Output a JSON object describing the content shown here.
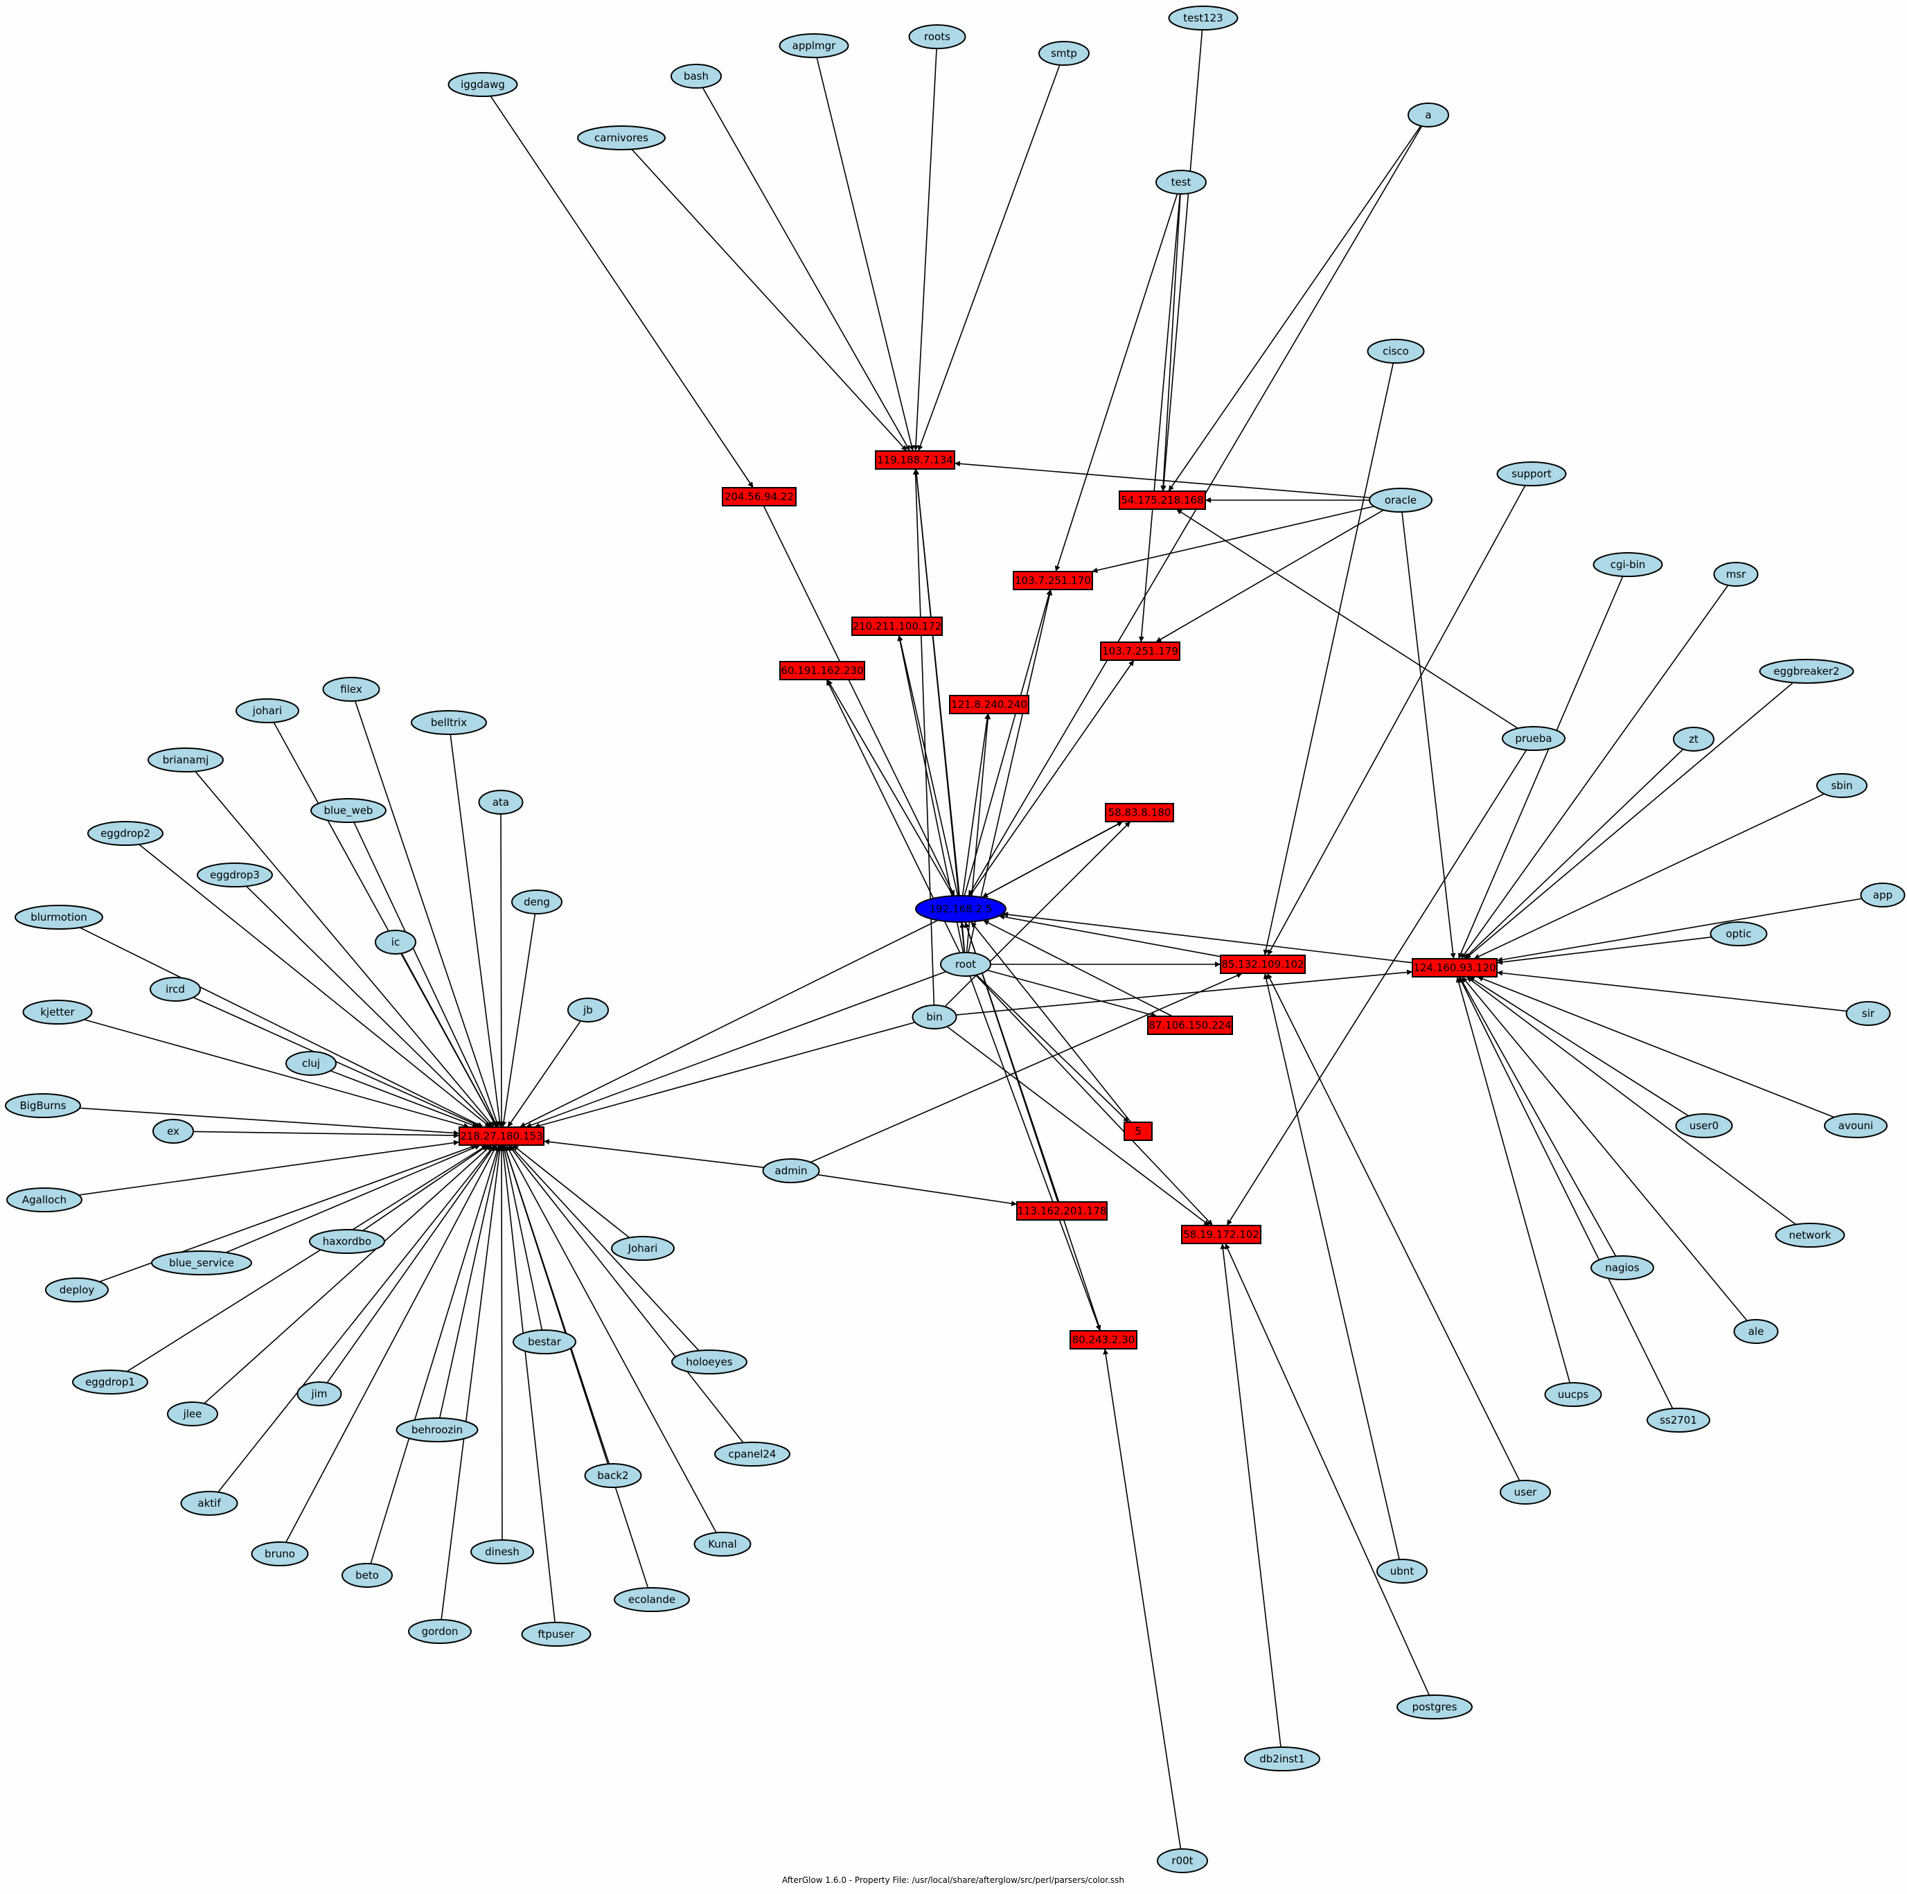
{
  "footer": "AfterGlow 1.6.0 - Property File: /usr/local/share/afterglow/src/perl/parsers/color.ssh",
  "colors": {
    "user_node": "#add8e6",
    "ip_node": "#ff0000",
    "center_node": "#0000ff",
    "edge": "#000000"
  },
  "center": {
    "label": "192.168.2.5"
  },
  "ips": [
    {
      "id": "ip_119",
      "label": "119.188.7.134"
    },
    {
      "id": "ip_204",
      "label": "204.56.94.22"
    },
    {
      "id": "ip_54",
      "label": "54.175.218.168"
    },
    {
      "id": "ip_103a",
      "label": "103.7.251.170"
    },
    {
      "id": "ip_210",
      "label": "210.211.100.172"
    },
    {
      "id": "ip_60",
      "label": "60.191.162.230"
    },
    {
      "id": "ip_121",
      "label": "121.8.240.240"
    },
    {
      "id": "ip_103b",
      "label": "103.7.251.179"
    },
    {
      "id": "ip_58a",
      "label": "58.83.8.180"
    },
    {
      "id": "ip_85",
      "label": "85.132.109.102"
    },
    {
      "id": "ip_124",
      "label": "124.160.93.120"
    },
    {
      "id": "ip_87",
      "label": "87.106.150.224"
    },
    {
      "id": "ip_5",
      "label": "5"
    },
    {
      "id": "ip_218",
      "label": "218.27.180.153"
    },
    {
      "id": "ip_113",
      "label": "113.162.201.178"
    },
    {
      "id": "ip_58b",
      "label": "58.19.172.102"
    },
    {
      "id": "ip_80",
      "label": "80.243.2.30"
    }
  ],
  "users": [
    {
      "id": "iggdawg",
      "label": "iggdawg"
    },
    {
      "id": "carnivores",
      "label": "carnivores"
    },
    {
      "id": "bash",
      "label": "bash"
    },
    {
      "id": "applmgr",
      "label": "applmgr"
    },
    {
      "id": "roots",
      "label": "roots"
    },
    {
      "id": "smtp",
      "label": "smtp"
    },
    {
      "id": "test123",
      "label": "test123"
    },
    {
      "id": "a",
      "label": "a"
    },
    {
      "id": "test",
      "label": "test"
    },
    {
      "id": "cisco",
      "label": "cisco"
    },
    {
      "id": "support",
      "label": "support"
    },
    {
      "id": "oracle",
      "label": "oracle"
    },
    {
      "id": "cgibin",
      "label": "cgi-bin"
    },
    {
      "id": "msr",
      "label": "msr"
    },
    {
      "id": "eggbreaker2",
      "label": "eggbreaker2"
    },
    {
      "id": "zt",
      "label": "zt"
    },
    {
      "id": "prueba",
      "label": "prueba"
    },
    {
      "id": "sbin",
      "label": "sbin"
    },
    {
      "id": "app",
      "label": "app"
    },
    {
      "id": "optic",
      "label": "optic"
    },
    {
      "id": "sir",
      "label": "sir"
    },
    {
      "id": "user0",
      "label": "user0"
    },
    {
      "id": "avouni",
      "label": "avouni"
    },
    {
      "id": "network",
      "label": "network"
    },
    {
      "id": "nagios",
      "label": "nagios"
    },
    {
      "id": "ale",
      "label": "ale"
    },
    {
      "id": "uucps",
      "label": "uucps"
    },
    {
      "id": "ss2701",
      "label": "ss2701"
    },
    {
      "id": "user",
      "label": "user"
    },
    {
      "id": "ubnt",
      "label": "ubnt"
    },
    {
      "id": "postgres",
      "label": "postgres"
    },
    {
      "id": "db2inst1",
      "label": "db2inst1"
    },
    {
      "id": "r00t",
      "label": "r00t"
    },
    {
      "id": "root",
      "label": "root"
    },
    {
      "id": "bin",
      "label": "bin"
    },
    {
      "id": "admin",
      "label": "admin"
    },
    {
      "id": "filex",
      "label": "filex"
    },
    {
      "id": "johari1",
      "label": "johari"
    },
    {
      "id": "belltrix",
      "label": "belltrix"
    },
    {
      "id": "brianamj",
      "label": "brianamj"
    },
    {
      "id": "blue_web",
      "label": "blue_web"
    },
    {
      "id": "ata",
      "label": "ata"
    },
    {
      "id": "eggdrop2",
      "label": "eggdrop2"
    },
    {
      "id": "eggdrop3",
      "label": "eggdrop3"
    },
    {
      "id": "deng",
      "label": "deng"
    },
    {
      "id": "blurmotion",
      "label": "blurmotion"
    },
    {
      "id": "ic",
      "label": "ic"
    },
    {
      "id": "ircd",
      "label": "ircd"
    },
    {
      "id": "jb",
      "label": "jb"
    },
    {
      "id": "kjetter",
      "label": "kjetter"
    },
    {
      "id": "cluj",
      "label": "cluj"
    },
    {
      "id": "BigBurns",
      "label": "BigBurns"
    },
    {
      "id": "ex",
      "label": "ex"
    },
    {
      "id": "Agalloch",
      "label": "Agalloch"
    },
    {
      "id": "deploy",
      "label": "deploy"
    },
    {
      "id": "blue_service",
      "label": "blue_service"
    },
    {
      "id": "haxordbo",
      "label": "haxordbo"
    },
    {
      "id": "Johari2",
      "label": "Johari"
    },
    {
      "id": "eggdrop1",
      "label": "eggdrop1"
    },
    {
      "id": "bestar",
      "label": "bestar"
    },
    {
      "id": "holoeyes",
      "label": "holoeyes"
    },
    {
      "id": "jlee",
      "label": "jlee"
    },
    {
      "id": "jim",
      "label": "jim"
    },
    {
      "id": "behroozin",
      "label": "behroozin"
    },
    {
      "id": "cpanel24",
      "label": "cpanel24"
    },
    {
      "id": "aktif",
      "label": "aktif"
    },
    {
      "id": "back2",
      "label": "back2"
    },
    {
      "id": "Kunal",
      "label": "Kunal"
    },
    {
      "id": "bruno",
      "label": "bruno"
    },
    {
      "id": "beto",
      "label": "beto"
    },
    {
      "id": "dinesh",
      "label": "dinesh"
    },
    {
      "id": "ecolande",
      "label": "ecolande"
    },
    {
      "id": "gordon",
      "label": "gordon"
    },
    {
      "id": "ftpuser",
      "label": "ftpuser"
    }
  ],
  "edges": [
    [
      "iggdawg",
      "ip_204"
    ],
    [
      "carnivores",
      "ip_119"
    ],
    [
      "bash",
      "ip_119"
    ],
    [
      "applmgr",
      "ip_119"
    ],
    [
      "roots",
      "ip_119"
    ],
    [
      "smtp",
      "ip_119"
    ],
    [
      "test123",
      "ip_54"
    ],
    [
      "a",
      "ip_54"
    ],
    [
      "test",
      "ip_54"
    ],
    [
      "test",
      "ip_103a"
    ],
    [
      "test",
      "ip_103b"
    ],
    [
      "oracle",
      "ip_119"
    ],
    [
      "oracle",
      "ip_54"
    ],
    [
      "oracle",
      "ip_103a"
    ],
    [
      "oracle",
      "ip_103b"
    ],
    [
      "oracle",
      "ip_124"
    ],
    [
      "cisco",
      "ip_85"
    ],
    [
      "support",
      "ip_85"
    ],
    [
      "prueba",
      "ip_54"
    ],
    [
      "prueba",
      "ip_58b"
    ],
    [
      "cgibin",
      "ip_124"
    ],
    [
      "msr",
      "ip_124"
    ],
    [
      "eggbreaker2",
      "ip_124"
    ],
    [
      "zt",
      "ip_124"
    ],
    [
      "sbin",
      "ip_124"
    ],
    [
      "app",
      "ip_124"
    ],
    [
      "optic",
      "ip_124"
    ],
    [
      "sir",
      "ip_124"
    ],
    [
      "user0",
      "ip_124"
    ],
    [
      "avouni",
      "ip_124"
    ],
    [
      "network",
      "ip_124"
    ],
    [
      "nagios",
      "ip_124"
    ],
    [
      "ale",
      "ip_124"
    ],
    [
      "uucps",
      "ip_124"
    ],
    [
      "ss2701",
      "ip_124"
    ],
    [
      "user",
      "ip_85"
    ],
    [
      "ubnt",
      "ip_85"
    ],
    [
      "postgres",
      "ip_58b"
    ],
    [
      "db2inst1",
      "ip_58b"
    ],
    [
      "r00t",
      "ip_80"
    ],
    [
      "ip_204",
      "center"
    ],
    [
      "ip_85",
      "center"
    ],
    [
      "ip_124",
      "center"
    ],
    [
      "ip_87",
      "center"
    ],
    [
      "ip_5",
      "center"
    ],
    [
      "ip_58a",
      "center"
    ],
    [
      "a",
      "center"
    ],
    [
      "center",
      "ip_218"
    ],
    [
      "center",
      "ip_119"
    ],
    [
      "center",
      "ip_210"
    ],
    [
      "center",
      "ip_60"
    ],
    [
      "center",
      "ip_121"
    ],
    [
      "center",
      "ip_103a"
    ],
    [
      "center",
      "ip_103b"
    ],
    [
      "center",
      "ip_58a"
    ],
    [
      "root",
      "ip_119"
    ],
    [
      "root",
      "ip_210"
    ],
    [
      "root",
      "ip_60"
    ],
    [
      "root",
      "ip_121"
    ],
    [
      "root",
      "ip_103a"
    ],
    [
      "root",
      "ip_85"
    ],
    [
      "root",
      "ip_87"
    ],
    [
      "root",
      "ip_5"
    ],
    [
      "root",
      "ip_58b"
    ],
    [
      "root",
      "ip_80"
    ],
    [
      "root",
      "ip_218"
    ],
    [
      "root",
      "center"
    ],
    [
      "bin",
      "ip_119"
    ],
    [
      "bin",
      "ip_58a"
    ],
    [
      "bin",
      "ip_124"
    ],
    [
      "bin",
      "ip_58b"
    ],
    [
      "bin",
      "ip_218"
    ],
    [
      "admin",
      "ip_85"
    ],
    [
      "admin",
      "ip_113"
    ],
    [
      "admin",
      "ip_218"
    ],
    [
      "ip_113",
      "center"
    ],
    [
      "ip_80",
      "center"
    ],
    [
      "filex",
      "ip_218"
    ],
    [
      "johari1",
      "ip_218"
    ],
    [
      "belltrix",
      "ip_218"
    ],
    [
      "brianamj",
      "ip_218"
    ],
    [
      "blue_web",
      "ip_218"
    ],
    [
      "ata",
      "ip_218"
    ],
    [
      "eggdrop2",
      "ip_218"
    ],
    [
      "eggdrop3",
      "ip_218"
    ],
    [
      "deng",
      "ip_218"
    ],
    [
      "blurmotion",
      "ip_218"
    ],
    [
      "ic",
      "ip_218"
    ],
    [
      "ircd",
      "ip_218"
    ],
    [
      "jb",
      "ip_218"
    ],
    [
      "kjetter",
      "ip_218"
    ],
    [
      "cluj",
      "ip_218"
    ],
    [
      "BigBurns",
      "ip_218"
    ],
    [
      "ex",
      "ip_218"
    ],
    [
      "Agalloch",
      "ip_218"
    ],
    [
      "deploy",
      "ip_218"
    ],
    [
      "blue_service",
      "ip_218"
    ],
    [
      "haxordbo",
      "ip_218"
    ],
    [
      "Johari2",
      "ip_218"
    ],
    [
      "eggdrop1",
      "ip_218"
    ],
    [
      "bestar",
      "ip_218"
    ],
    [
      "holoeyes",
      "ip_218"
    ],
    [
      "jlee",
      "ip_218"
    ],
    [
      "jim",
      "ip_218"
    ],
    [
      "behroozin",
      "ip_218"
    ],
    [
      "cpanel24",
      "ip_218"
    ],
    [
      "aktif",
      "ip_218"
    ],
    [
      "back2",
      "ip_218"
    ],
    [
      "Kunal",
      "ip_218"
    ],
    [
      "bruno",
      "ip_218"
    ],
    [
      "beto",
      "ip_218"
    ],
    [
      "dinesh",
      "ip_218"
    ],
    [
      "ecolande",
      "ip_218"
    ],
    [
      "gordon",
      "ip_218"
    ],
    [
      "ftpuser",
      "ip_218"
    ]
  ]
}
